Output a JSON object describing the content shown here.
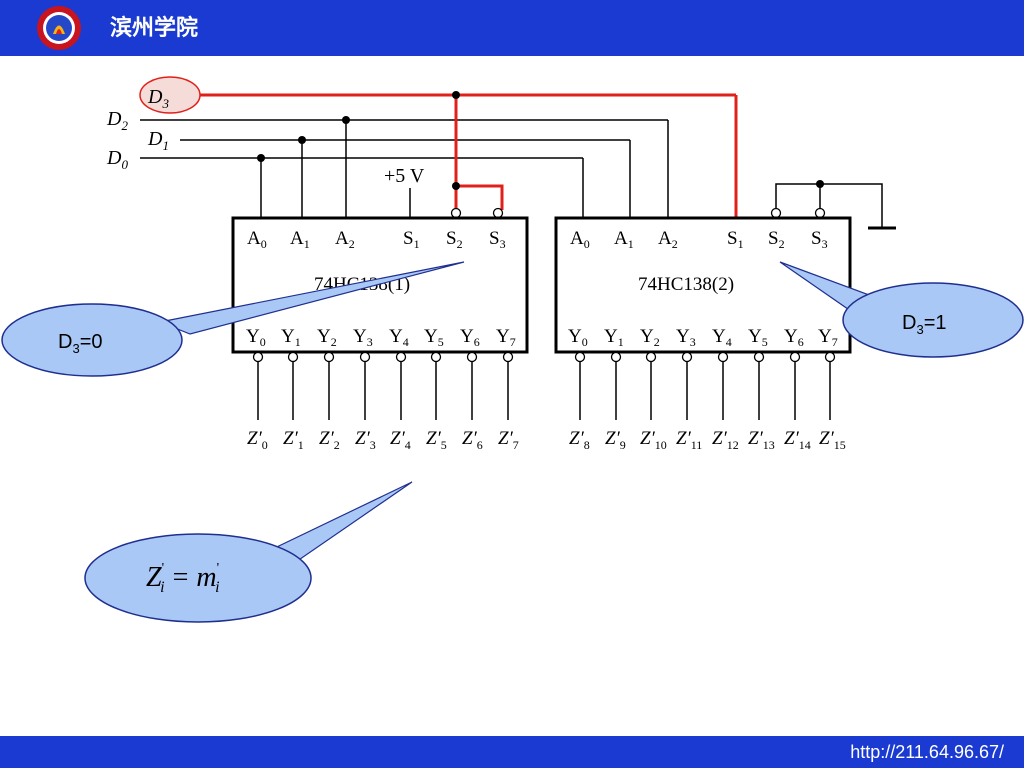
{
  "header": {
    "title": "滨州学院",
    "logo_icon": "university-emblem-icon",
    "background": "#1a3ad1"
  },
  "footer": {
    "url": "http://211.64.96.67/",
    "background": "#1a3ad1"
  },
  "diagram": {
    "inputs": {
      "d3": {
        "letter": "D",
        "sub": "3"
      },
      "d2": {
        "letter": "D",
        "sub": "2"
      },
      "d1": {
        "letter": "D",
        "sub": "1"
      },
      "d0": {
        "letter": "D",
        "sub": "0"
      }
    },
    "supply_label": "+5 V",
    "chips": [
      {
        "name": "74HC138(1)",
        "top_pins": [
          {
            "letter": "A",
            "sub": "0"
          },
          {
            "letter": "A",
            "sub": "1"
          },
          {
            "letter": "A",
            "sub": "2"
          },
          {
            "letter": "S",
            "sub": "1"
          },
          {
            "letter": "S",
            "sub": "2"
          },
          {
            "letter": "S",
            "sub": "3"
          }
        ],
        "outputs": [
          {
            "letter": "Y",
            "sub": "0"
          },
          {
            "letter": "Y",
            "sub": "1"
          },
          {
            "letter": "Y",
            "sub": "2"
          },
          {
            "letter": "Y",
            "sub": "3"
          },
          {
            "letter": "Y",
            "sub": "4"
          },
          {
            "letter": "Y",
            "sub": "5"
          },
          {
            "letter": "Y",
            "sub": "6"
          },
          {
            "letter": "Y",
            "sub": "7"
          }
        ],
        "terminals": [
          {
            "letter": "Z′",
            "sub": "0"
          },
          {
            "letter": "Z′",
            "sub": "1"
          },
          {
            "letter": "Z′",
            "sub": "2"
          },
          {
            "letter": "Z′",
            "sub": "3"
          },
          {
            "letter": "Z′",
            "sub": "4"
          },
          {
            "letter": "Z′",
            "sub": "5"
          },
          {
            "letter": "Z′",
            "sub": "6"
          },
          {
            "letter": "Z′",
            "sub": "7"
          }
        ]
      },
      {
        "name": "74HC138(2)",
        "top_pins": [
          {
            "letter": "A",
            "sub": "0"
          },
          {
            "letter": "A",
            "sub": "1"
          },
          {
            "letter": "A",
            "sub": "2"
          },
          {
            "letter": "S",
            "sub": "1"
          },
          {
            "letter": "S",
            "sub": "2"
          },
          {
            "letter": "S",
            "sub": "3"
          }
        ],
        "outputs": [
          {
            "letter": "Y",
            "sub": "0"
          },
          {
            "letter": "Y",
            "sub": "1"
          },
          {
            "letter": "Y",
            "sub": "2"
          },
          {
            "letter": "Y",
            "sub": "3"
          },
          {
            "letter": "Y",
            "sub": "4"
          },
          {
            "letter": "Y",
            "sub": "5"
          },
          {
            "letter": "Y",
            "sub": "6"
          },
          {
            "letter": "Y",
            "sub": "7"
          }
        ],
        "terminals": [
          {
            "letter": "Z′",
            "sub": "8"
          },
          {
            "letter": "Z′",
            "sub": "9"
          },
          {
            "letter": "Z′",
            "sub": "10"
          },
          {
            "letter": "Z′",
            "sub": "11"
          },
          {
            "letter": "Z′",
            "sub": "12"
          },
          {
            "letter": "Z′",
            "sub": "13"
          },
          {
            "letter": "Z′",
            "sub": "14"
          },
          {
            "letter": "Z′",
            "sub": "15"
          }
        ]
      }
    ],
    "callouts": {
      "left": {
        "text": "D",
        "sub": "3",
        "suffix": "=0"
      },
      "right": {
        "text": "D",
        "sub": "3",
        "suffix": "=1"
      },
      "formula": {
        "lhs": "Z",
        "lhs_sub": "i",
        "lhs_sup": "'",
        "op": "=",
        "rhs": "m",
        "rhs_sub": "i",
        "rhs_sup": "'"
      }
    },
    "colors": {
      "highlight_wire": "#e0201b",
      "wire": "#000000",
      "callout_fill": "#a9c8f5",
      "callout_stroke": "#1f2f8f"
    }
  }
}
